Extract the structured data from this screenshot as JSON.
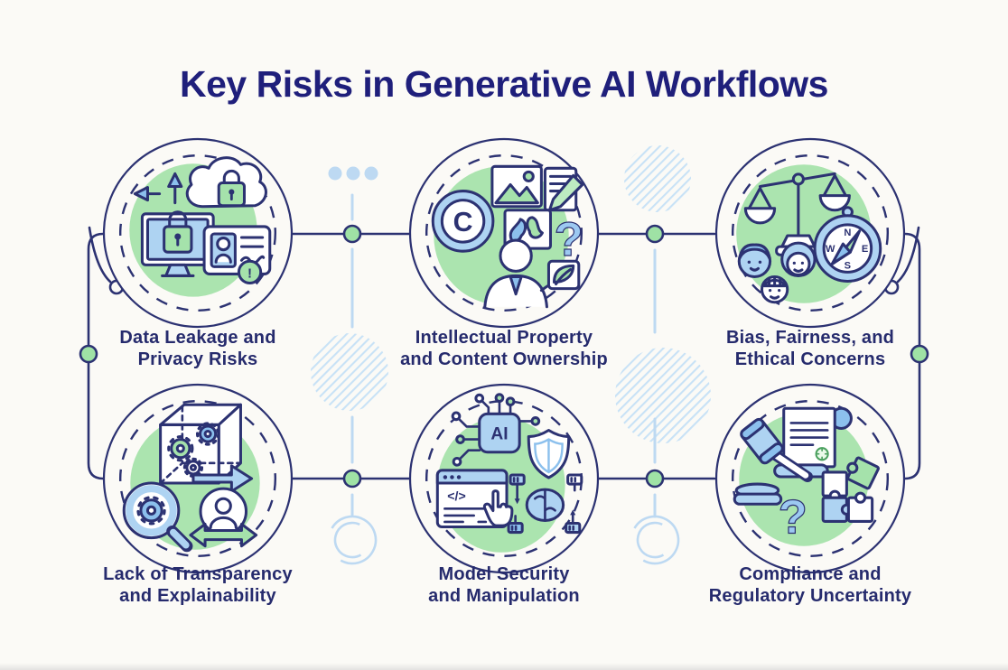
{
  "title": "Key Risks in Generative AI Workflows",
  "palette": {
    "navy_outline": "#2c3272",
    "title_text": "#1f1f7b",
    "label_text": "#262b6d",
    "green_fill": "#a5e2ab",
    "green_blob": "#abe4af",
    "blue_fill": "#aed3f2",
    "blue_deep": "#8cc0ed",
    "pale_blue_decoration": "#bdd9f2",
    "background": "#fbfaf6"
  },
  "nodes": [
    {
      "id": "data-leakage-privacy",
      "lines": [
        "Data Leakage and",
        "Privacy Risks"
      ],
      "icons": [
        "data-flow-arrows-icon",
        "monitor-lock-icon",
        "cloud-lock-icon",
        "id-card-alert-icon"
      ],
      "alert_glyph": "!"
    },
    {
      "id": "intellectual-property",
      "lines": [
        "Intellectual Property",
        "and Content Ownership"
      ],
      "icons": [
        "copyright-icon",
        "image-icon",
        "document-pencil-icon",
        "torn-image-icon",
        "person-question-icon",
        "leaf-badge-icon",
        "question-mark-icon"
      ],
      "copyright_glyph": "C",
      "question_glyph": "?"
    },
    {
      "id": "bias-fairness-ethics",
      "lines": [
        "Bias, Fairness, and",
        "Ethical Concerns"
      ],
      "icons": [
        "justice-scale-icon",
        "diverse-faces-icon",
        "compass-icon"
      ],
      "compass": {
        "n": "N",
        "e": "E",
        "s": "S",
        "w": "W"
      }
    },
    {
      "id": "transparency-explainability",
      "lines": [
        "Lack of Transparency",
        "and Explainability"
      ],
      "icons": [
        "black-box-gears-icon",
        "magnifier-gear-icon",
        "person-exchange-arrows-icon"
      ]
    },
    {
      "id": "model-security",
      "lines": [
        "Model Security",
        "and Manipulation"
      ],
      "icons": [
        "ai-chip-shield-icon",
        "code-window-click-icon",
        "neural-brain-icon"
      ],
      "chip_glyph": "AI",
      "code_glyph": "</>"
    },
    {
      "id": "compliance-regulatory",
      "lines": [
        "Compliance and",
        "Regulatory Uncertainty"
      ],
      "icons": [
        "gavel-icon",
        "scroll-document-icon",
        "question-mark-icon",
        "puzzle-pieces-icon"
      ],
      "question_glyph": "?"
    }
  ]
}
